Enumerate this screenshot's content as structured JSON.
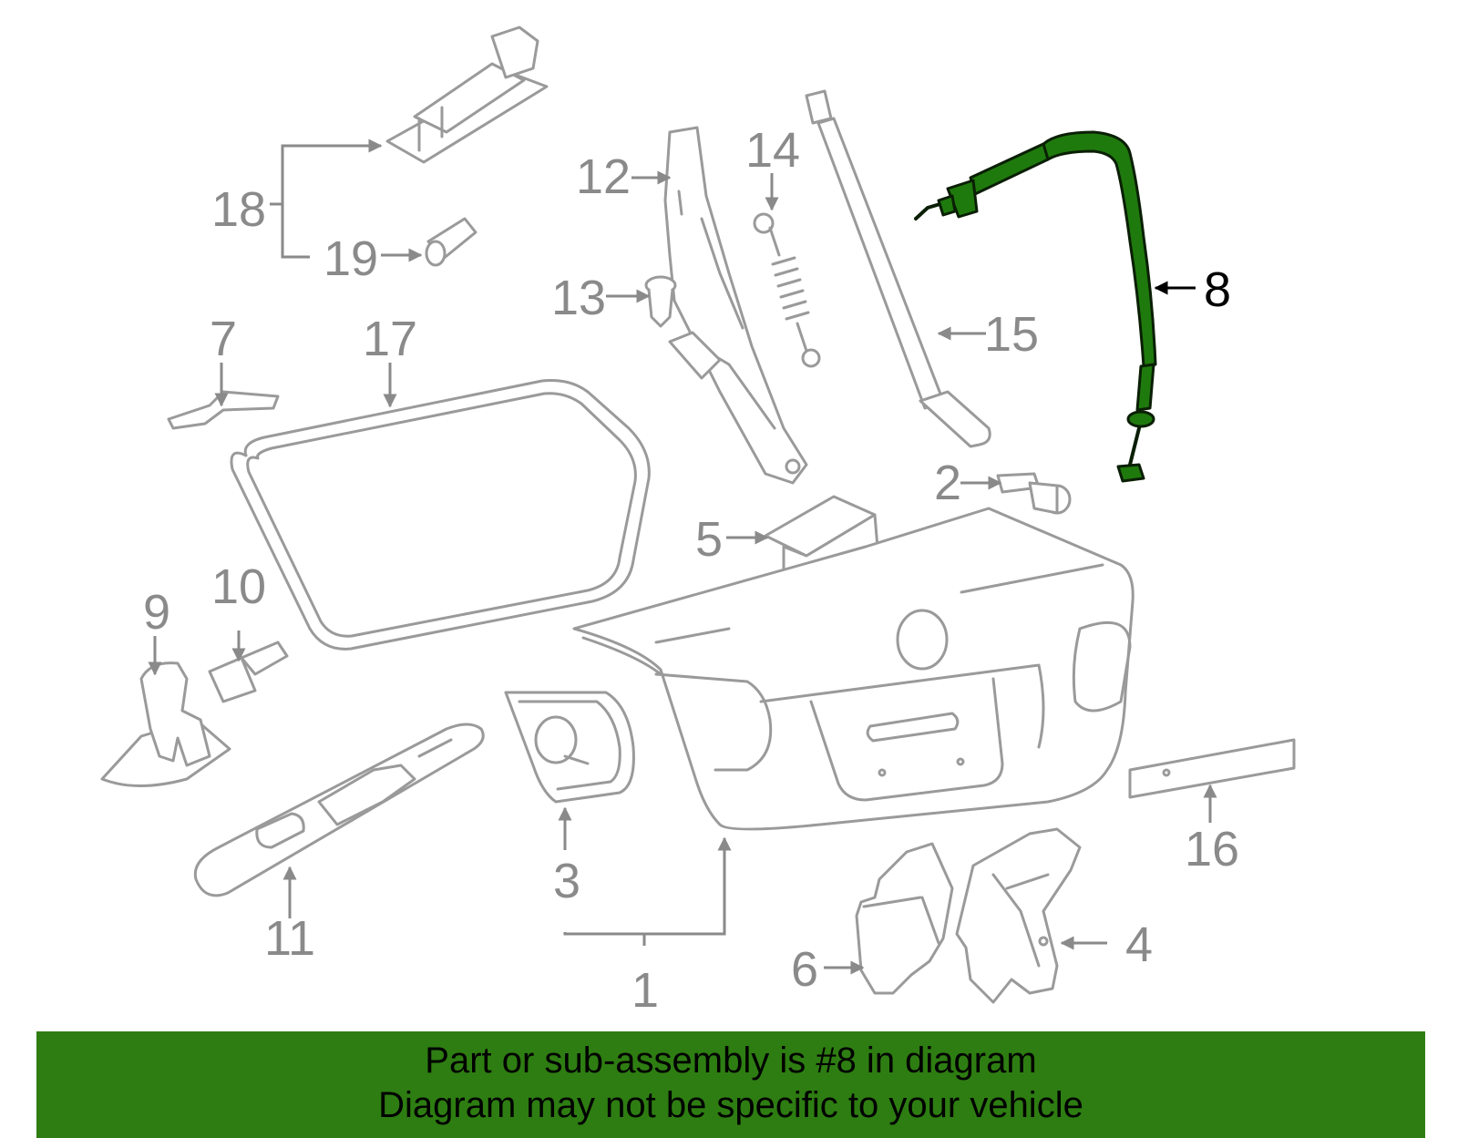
{
  "diagram": {
    "callouts": [
      "1",
      "2",
      "3",
      "4",
      "5",
      "6",
      "7",
      "8",
      "9",
      "10",
      "11",
      "12",
      "13",
      "14",
      "15",
      "16",
      "17",
      "18",
      "19"
    ],
    "highlighted_part": "8",
    "highlight_color": "#2e7d12"
  },
  "banner": {
    "line1": "Part or sub-assembly is #8 in diagram",
    "line2": "Diagram may not be specific to your vehicle"
  }
}
